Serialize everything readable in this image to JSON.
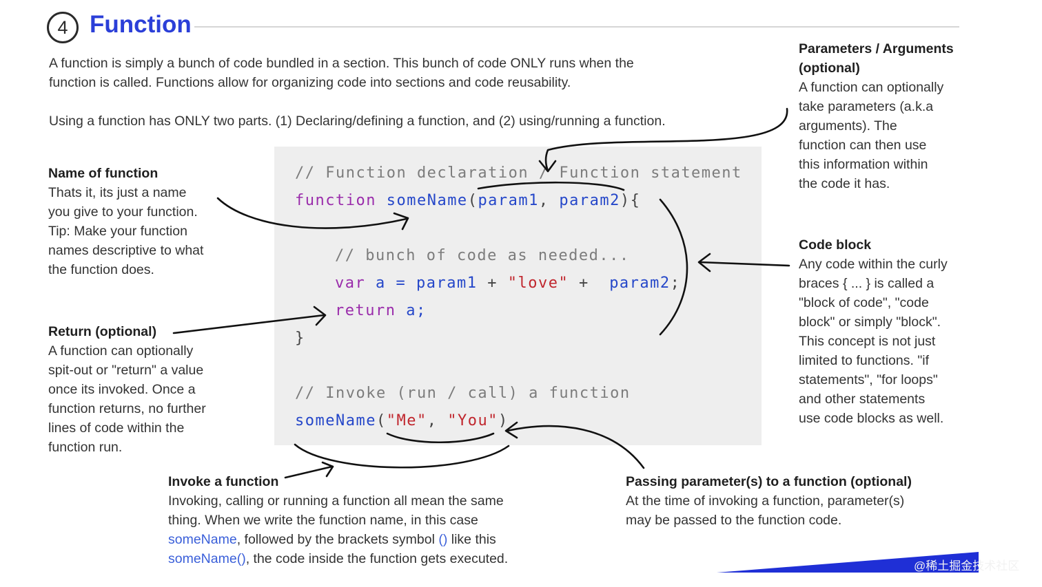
{
  "header": {
    "number": "4",
    "title": "Function"
  },
  "intro": {
    "line1": "A function is simply a bunch of code bundled in a section. This bunch of code ONLY runs when the",
    "line2": "function is called. Functions allow for organizing code into sections and code reusability.",
    "line3": "Using a function has ONLY two parts. (1) Declaring/defining a function, and (2) using/running a function."
  },
  "code": {
    "comment1": "// Function declaration / Function statement",
    "kw_function": "function",
    "fn_name": "someName",
    "open_paren": "(",
    "param1": "param1",
    "comma": ", ",
    "param2": "param2",
    "close_brace_open": "){",
    "comment2": "// bunch of code as needed...",
    "kw_var": "var",
    "var_a": " a = ",
    "param1_b": "param1",
    "plus1": " + ",
    "str_love": "\"love\"",
    "plus2": " +  ",
    "param2_b": "param2",
    "semi": ";",
    "kw_return": "return",
    "return_a": " a;",
    "close_brace": "}",
    "comment3": "// Invoke (run / call) a function",
    "invoke_fn": "someName",
    "invoke_open": "(",
    "str_me": "\"Me\"",
    "invoke_comma": ", ",
    "str_you": "\"You\"",
    "invoke_close": ")"
  },
  "notes": {
    "name": {
      "head": "Name of function",
      "lines": [
        "Thats it, its just a name",
        "you give to your function.",
        "Tip: Make your function",
        "names descriptive to what",
        "the function does."
      ]
    },
    "return": {
      "head": "Return (optional)",
      "lines": [
        "A function can optionally",
        "spit-out or \"return\" a value",
        "once its invoked. Once a",
        "function returns, no further",
        "lines of code within the",
        "function run."
      ]
    },
    "params": {
      "head1": "Parameters / Arguments",
      "head2": "(optional)",
      "lines": [
        "A function can optionally",
        "take parameters (a.k.a",
        "arguments). The",
        "function can then use",
        "this information within",
        "the code it has."
      ]
    },
    "block": {
      "head": "Code block",
      "lines": [
        "Any code within the curly",
        "braces { ... } is called a",
        "\"block of code\", \"code",
        "block\" or simply \"block\".",
        "This concept is not just",
        "limited to functions. \"if",
        "statements\", \"for loops\"",
        "and other statements",
        "use code blocks as well."
      ]
    },
    "invoke": {
      "head": "Invoke a function",
      "line1": "Invoking, calling or running a function all mean the same",
      "line2": "thing. When we write the function name, in this case",
      "line3_blue": "someName",
      "line3_rest": ", followed by the brackets symbol ",
      "line3_blue2": "()",
      "line3_end": " like this",
      "line4_blue": "someName()",
      "line4_rest": ", the code inside the function gets executed."
    },
    "passing": {
      "head": "Passing parameter(s) to a function (optional)",
      "line1": "At the time of invoking a function, parameter(s)",
      "line2": "may be passed to the function code."
    }
  },
  "watermark": "@稀土掘金技术社区",
  "colors": {
    "title": "#2b3fd8",
    "keyword": "#9a2cab",
    "function_name": "#2547c9",
    "string": "#c0262d",
    "comment": "#7c7c7c",
    "panel": "#eeeeee"
  }
}
